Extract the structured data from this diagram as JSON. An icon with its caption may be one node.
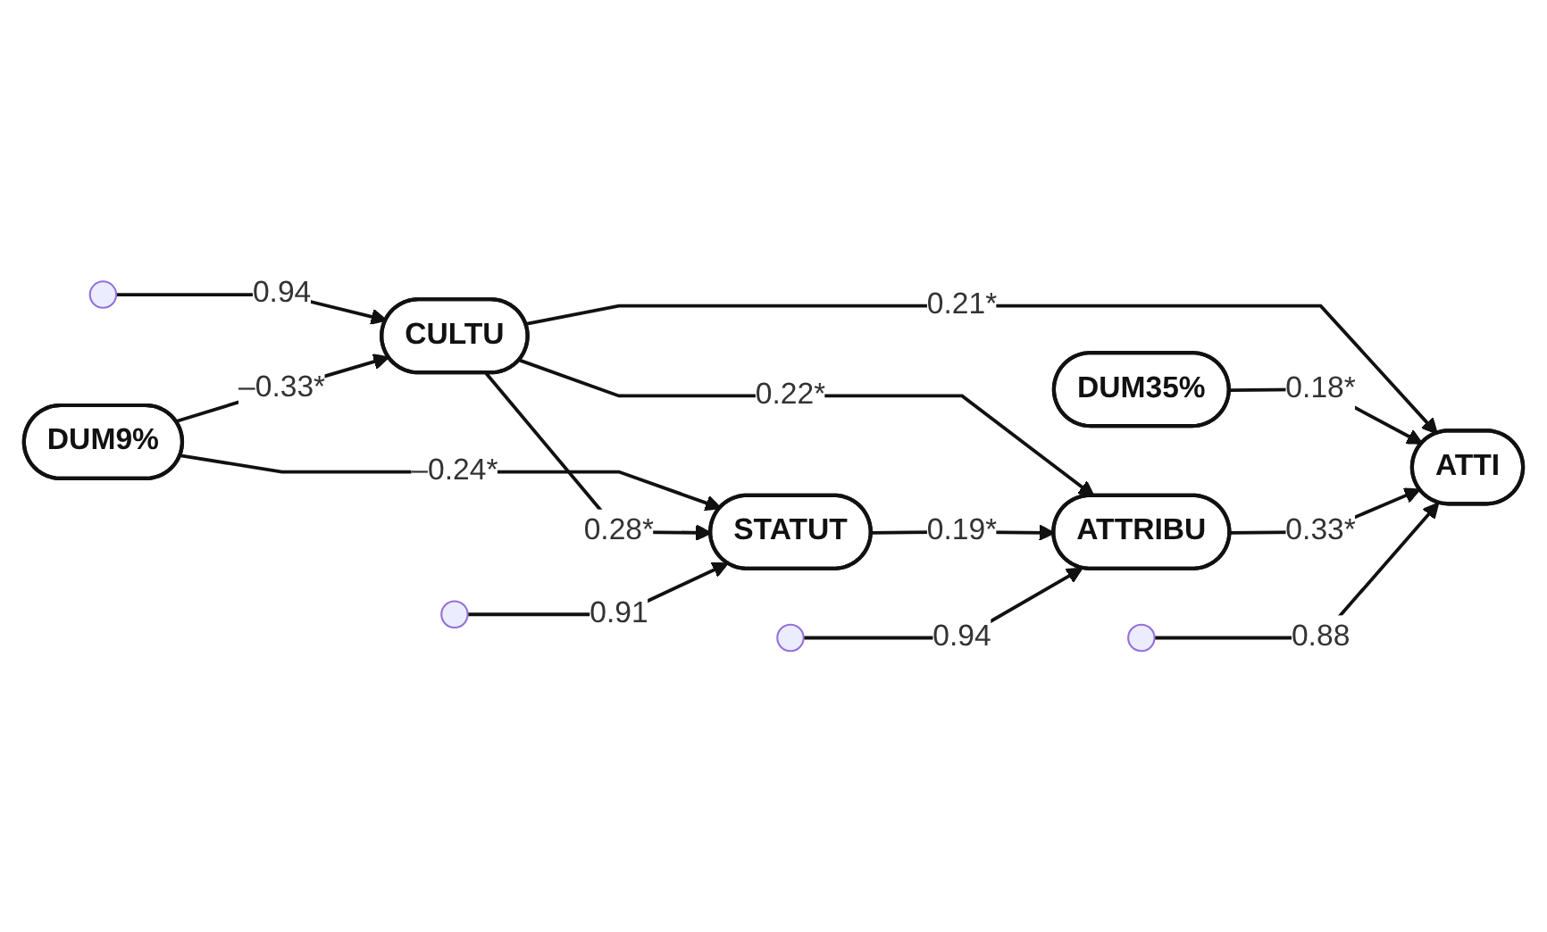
{
  "diagram": {
    "nodes": [
      {
        "text": [],
        "shape": "circle"
      },
      {
        "text": [
          "CULTU"
        ]
      },
      {
        "text": [
          "DUM9%"
        ]
      },
      {
        "text": [
          "ATTI"
        ]
      },
      {
        "text": [
          "DUM35%"
        ]
      },
      {
        "text": [
          "STATUT"
        ]
      },
      {
        "text": [
          "ATTRIBU"
        ]
      },
      {
        "text": [],
        "shape": "circle"
      },
      {
        "text": [],
        "shape": "circle"
      },
      {
        "text": [],
        "shape": "circle"
      }
    ],
    "edges": [
      {
        "from": 0,
        "to": 1,
        "arrow": "to",
        "label": "0.94"
      },
      {
        "from": 2,
        "to": 1,
        "arrow": "to",
        "label": "–0.33*"
      },
      {
        "from": 1,
        "to": 3,
        "arrow": "to",
        "label": "0.21*"
      },
      {
        "from": 2,
        "to": 5,
        "arrow": "to",
        "label": "–0.24*"
      },
      {
        "from": 1,
        "to": 5,
        "arrow": "to",
        "label": "0.28*"
      },
      {
        "from": 1,
        "to": 6,
        "arrow": "to",
        "label": "0.22*"
      },
      {
        "from": 4,
        "to": 3,
        "arrow": "to",
        "label": "0.18*"
      },
      {
        "from": 6,
        "to": 3,
        "arrow": "to",
        "label": "0.33*"
      },
      {
        "from": 7,
        "to": 3,
        "arrow": "to",
        "label": "0.88"
      },
      {
        "from": 5,
        "to": 6,
        "arrow": "to",
        "label": "0.19*"
      },
      {
        "from": 8,
        "to": 5,
        "arrow": "to",
        "label": "0.91"
      },
      {
        "from": 9,
        "to": 6,
        "arrow": "to",
        "label": "0.94"
      }
    ]
  }
}
